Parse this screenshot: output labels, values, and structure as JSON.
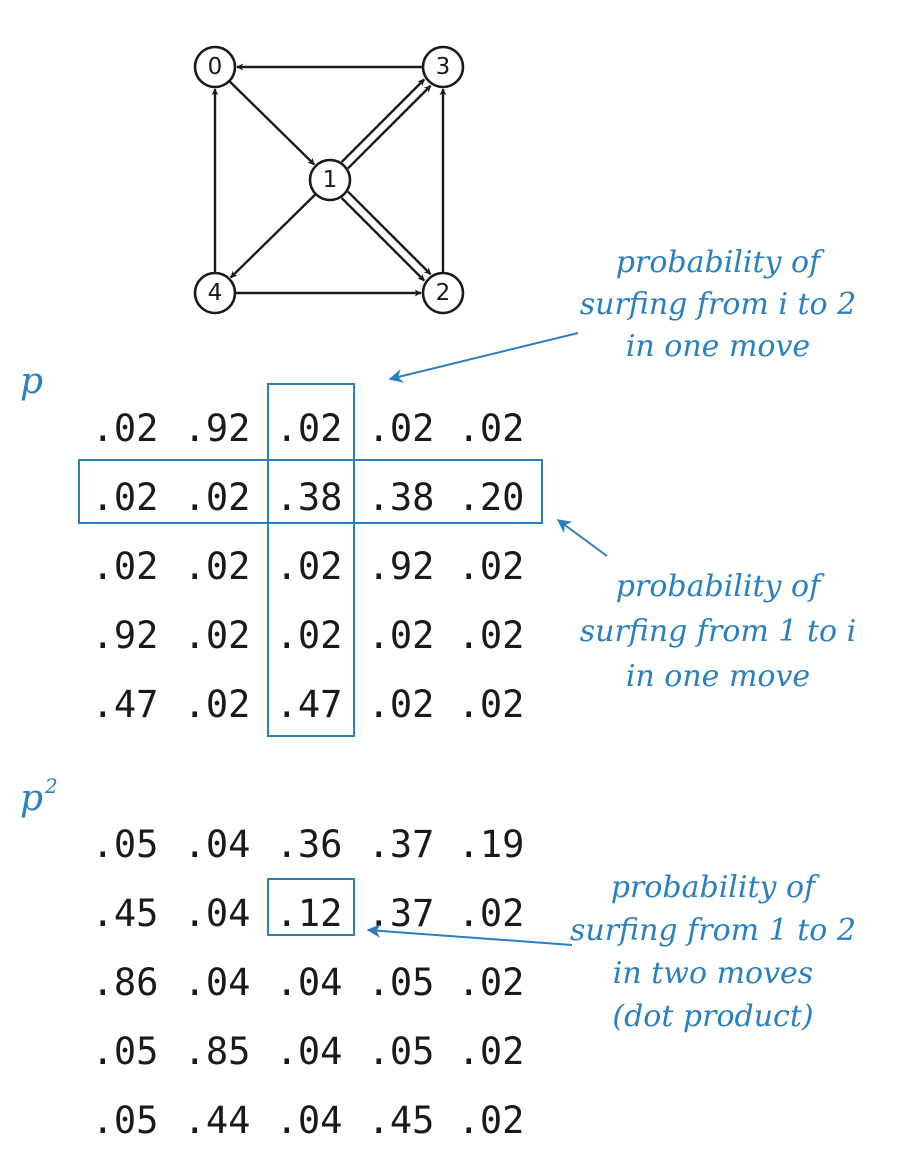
{
  "graph": {
    "nodes": [
      {
        "id": "0",
        "label": "0"
      },
      {
        "id": "1",
        "label": "1"
      },
      {
        "id": "2",
        "label": "2"
      },
      {
        "id": "3",
        "label": "3"
      },
      {
        "id": "4",
        "label": "4"
      }
    ],
    "edges": [
      {
        "from": "0",
        "to": "1"
      },
      {
        "from": "1",
        "to": "2"
      },
      {
        "from": "1",
        "to": "2"
      },
      {
        "from": "1",
        "to": "3"
      },
      {
        "from": "1",
        "to": "3"
      },
      {
        "from": "1",
        "to": "4"
      },
      {
        "from": "2",
        "to": "3"
      },
      {
        "from": "3",
        "to": "0"
      },
      {
        "from": "4",
        "to": "0"
      },
      {
        "from": "4",
        "to": "2"
      }
    ]
  },
  "matrix_p": {
    "label": "p",
    "rows": [
      [
        ".02",
        ".92",
        ".02",
        ".02",
        ".02"
      ],
      [
        ".02",
        ".02",
        ".38",
        ".38",
        ".20"
      ],
      [
        ".02",
        ".02",
        ".02",
        ".92",
        ".02"
      ],
      [
        ".92",
        ".02",
        ".02",
        ".02",
        ".02"
      ],
      [
        ".47",
        ".02",
        ".47",
        ".02",
        ".02"
      ]
    ]
  },
  "matrix_p2": {
    "label": "p",
    "superscript": "2",
    "rows": [
      [
        ".05",
        ".04",
        ".36",
        ".37",
        ".19"
      ],
      [
        ".45",
        ".04",
        ".12",
        ".37",
        ".02"
      ],
      [
        ".86",
        ".04",
        ".04",
        ".05",
        ".02"
      ],
      [
        ".05",
        ".85",
        ".04",
        ".05",
        ".02"
      ],
      [
        ".05",
        ".44",
        ".04",
        ".45",
        ".02"
      ]
    ]
  },
  "annotations": {
    "column": [
      "probability of",
      "surfing from i to 2",
      "in one move"
    ],
    "row": [
      "probability of",
      "surfing from 1 to i",
      "in one move"
    ],
    "cell": [
      "probability of",
      "surfing from 1 to 2",
      "in two moves",
      "(dot product)"
    ]
  },
  "colors": {
    "accent": "#2a7fbf",
    "ink": "#1a1a1a"
  }
}
